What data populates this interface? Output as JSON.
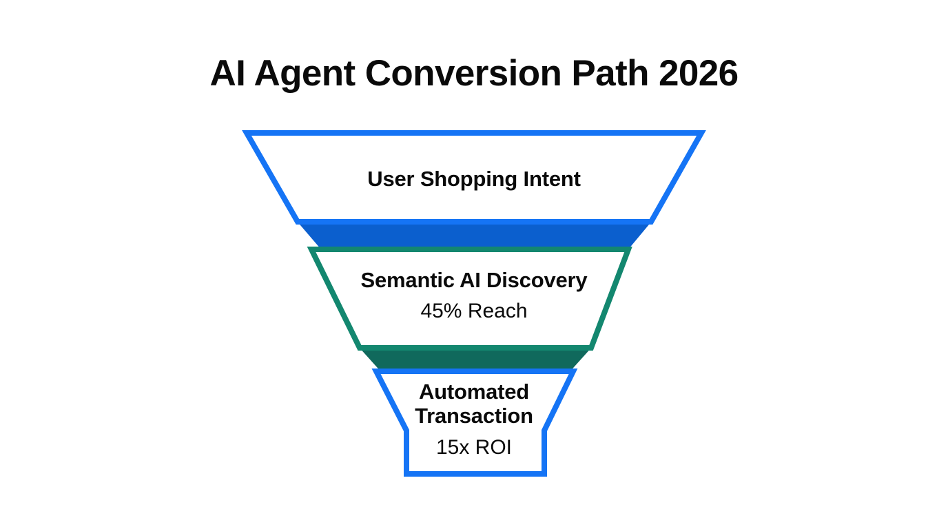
{
  "title": "AI Agent Conversion Path 2026",
  "background_color": "#ffffff",
  "text_color": "#0a0a0a",
  "chart_data": {
    "type": "funnel",
    "title": "AI Agent Conversion Path 2026",
    "orientation": "vertical",
    "stages": [
      {
        "label": "User Shopping Intent",
        "metric": "",
        "value": 100,
        "outline_color": "#1574f5",
        "fill_color": "#ffffff",
        "connector_color": "#0b5fce"
      },
      {
        "label": "Semantic AI Discovery",
        "metric": "45% Reach",
        "value": 45,
        "outline_color": "#13876f",
        "fill_color": "#ffffff",
        "connector_color": "#10695c"
      },
      {
        "label": "Automated Transaction",
        "metric": "15x ROI",
        "value": 15,
        "outline_color": "#1574f5",
        "fill_color": "#ffffff",
        "connector_color": ""
      }
    ]
  },
  "stage_1": {
    "label": "User Shopping Intent",
    "metric": ""
  },
  "stage_2": {
    "label": "Semantic AI Discovery",
    "metric": "45% Reach"
  },
  "stage_3": {
    "label_line_1": "Automated",
    "label_line_2": "Transaction",
    "metric": "15x ROI"
  }
}
